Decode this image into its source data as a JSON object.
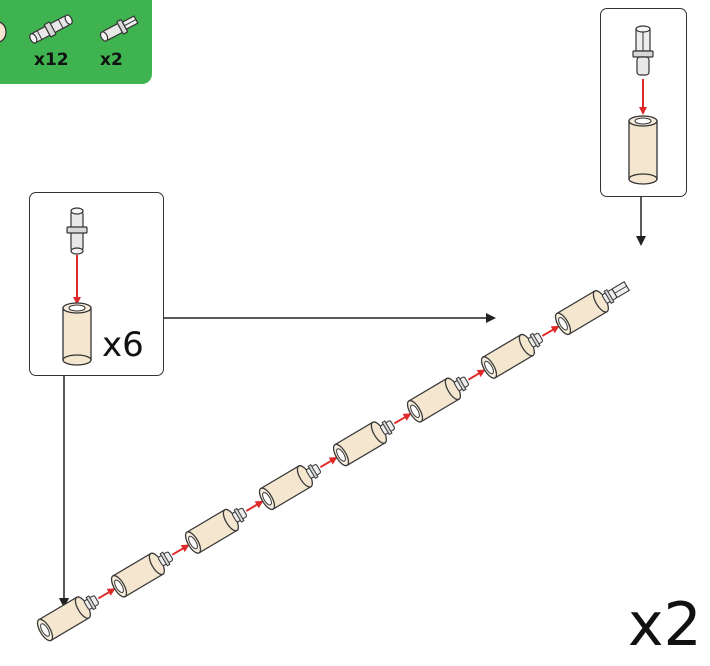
{
  "parts_panel": {
    "background": "#3fb34f",
    "parts": [
      {
        "icon": "connector-peg-icon",
        "count": "x12"
      },
      {
        "icon": "axle-peg-icon",
        "count": "x2"
      }
    ]
  },
  "callout_left": {
    "multiplier": "x6"
  },
  "callout_right": {},
  "assembly": {
    "multiplier": "x2",
    "segments": 8
  },
  "colors": {
    "part_fill": "#f4e6cf",
    "part_stroke": "#3a3a3a",
    "arrow": "#e02a2a",
    "pointer": "#222222"
  }
}
